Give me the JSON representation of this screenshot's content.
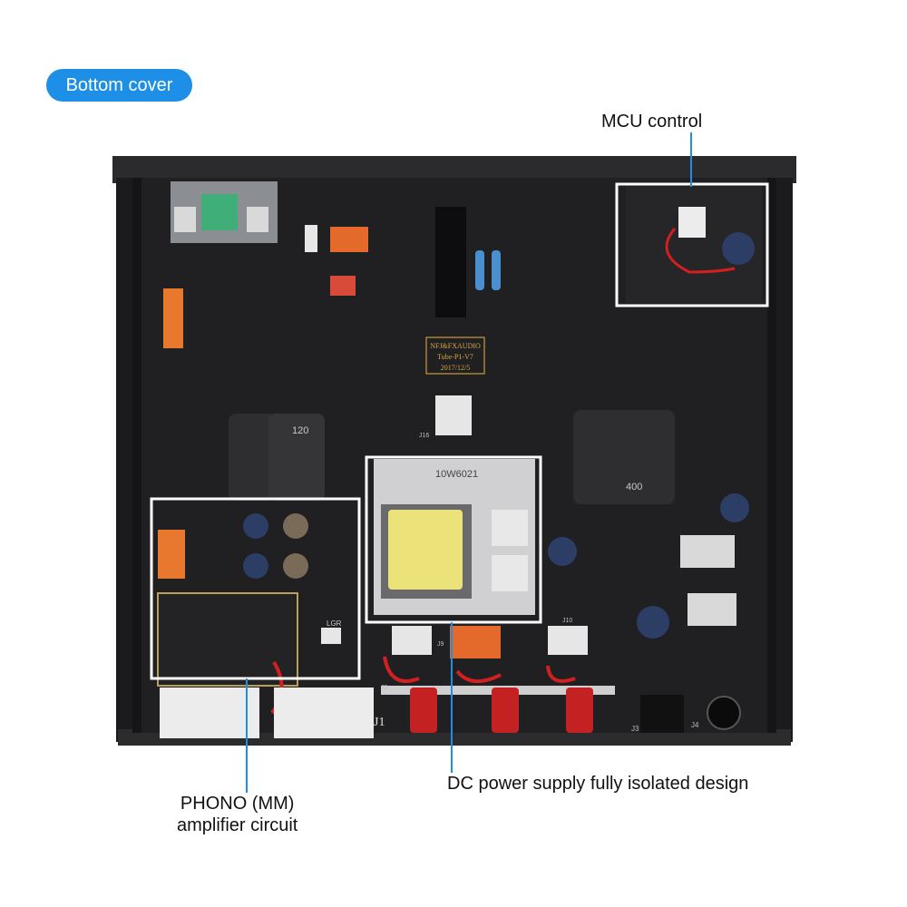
{
  "badge": {
    "label": "Bottom cover"
  },
  "callouts": {
    "mcu": "MCU control",
    "dc": "DC power supply fully isolated design",
    "phono_line1": "PHONO (MM)",
    "phono_line2": "amplifier circuit"
  },
  "pcb_text": {
    "brand_line1": "NFJ&FXAUDIO",
    "brand_line2": "Tube-P1-V7",
    "brand_line3": "2017/12/5",
    "transformer": "10W6021",
    "cap_value": "400",
    "cap_value2": "120",
    "lgr": "LGR",
    "j1": "J1",
    "j2": "J2",
    "j3": "J3",
    "j4": "J4",
    "j9": "J9",
    "j10": "J10",
    "j16": "J16"
  },
  "colors": {
    "accent": "#1e8fe6",
    "callout_box": "#ffffff",
    "pcb": "#1c1c1e",
    "chassis": "#2a2a2c"
  }
}
